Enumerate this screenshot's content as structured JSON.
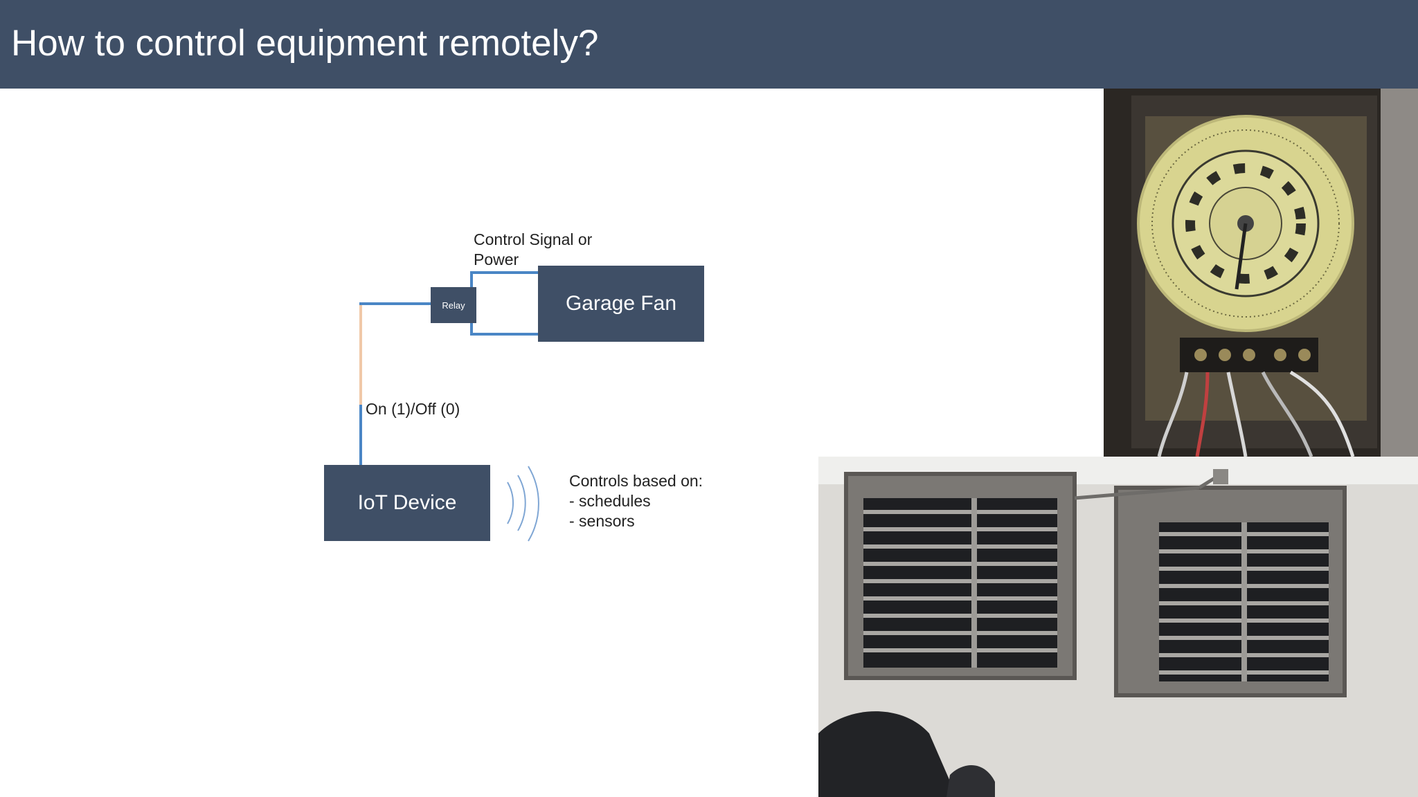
{
  "slide": {
    "title": "How to control equipment remotely?"
  },
  "diagram": {
    "relay_label": "Relay",
    "fan_label": "Garage Fan",
    "iot_label": "IoT Device",
    "signal_label_line1": "Control Signal or",
    "signal_label_line2": "Power",
    "onoff_label": "On (1)/Off (0)",
    "controls_heading": "Controls based on:",
    "controls_items": [
      "- schedules",
      "- sensors"
    ]
  },
  "colors": {
    "header": "#3f4f66",
    "box": "#3f4f66",
    "wire_blue": "#4a86c5",
    "wire_orange": "#f0c8a8",
    "wave": "#7fa6d4"
  },
  "images": [
    {
      "name": "timer-switch-photo"
    },
    {
      "name": "garage-fans-photo"
    }
  ]
}
